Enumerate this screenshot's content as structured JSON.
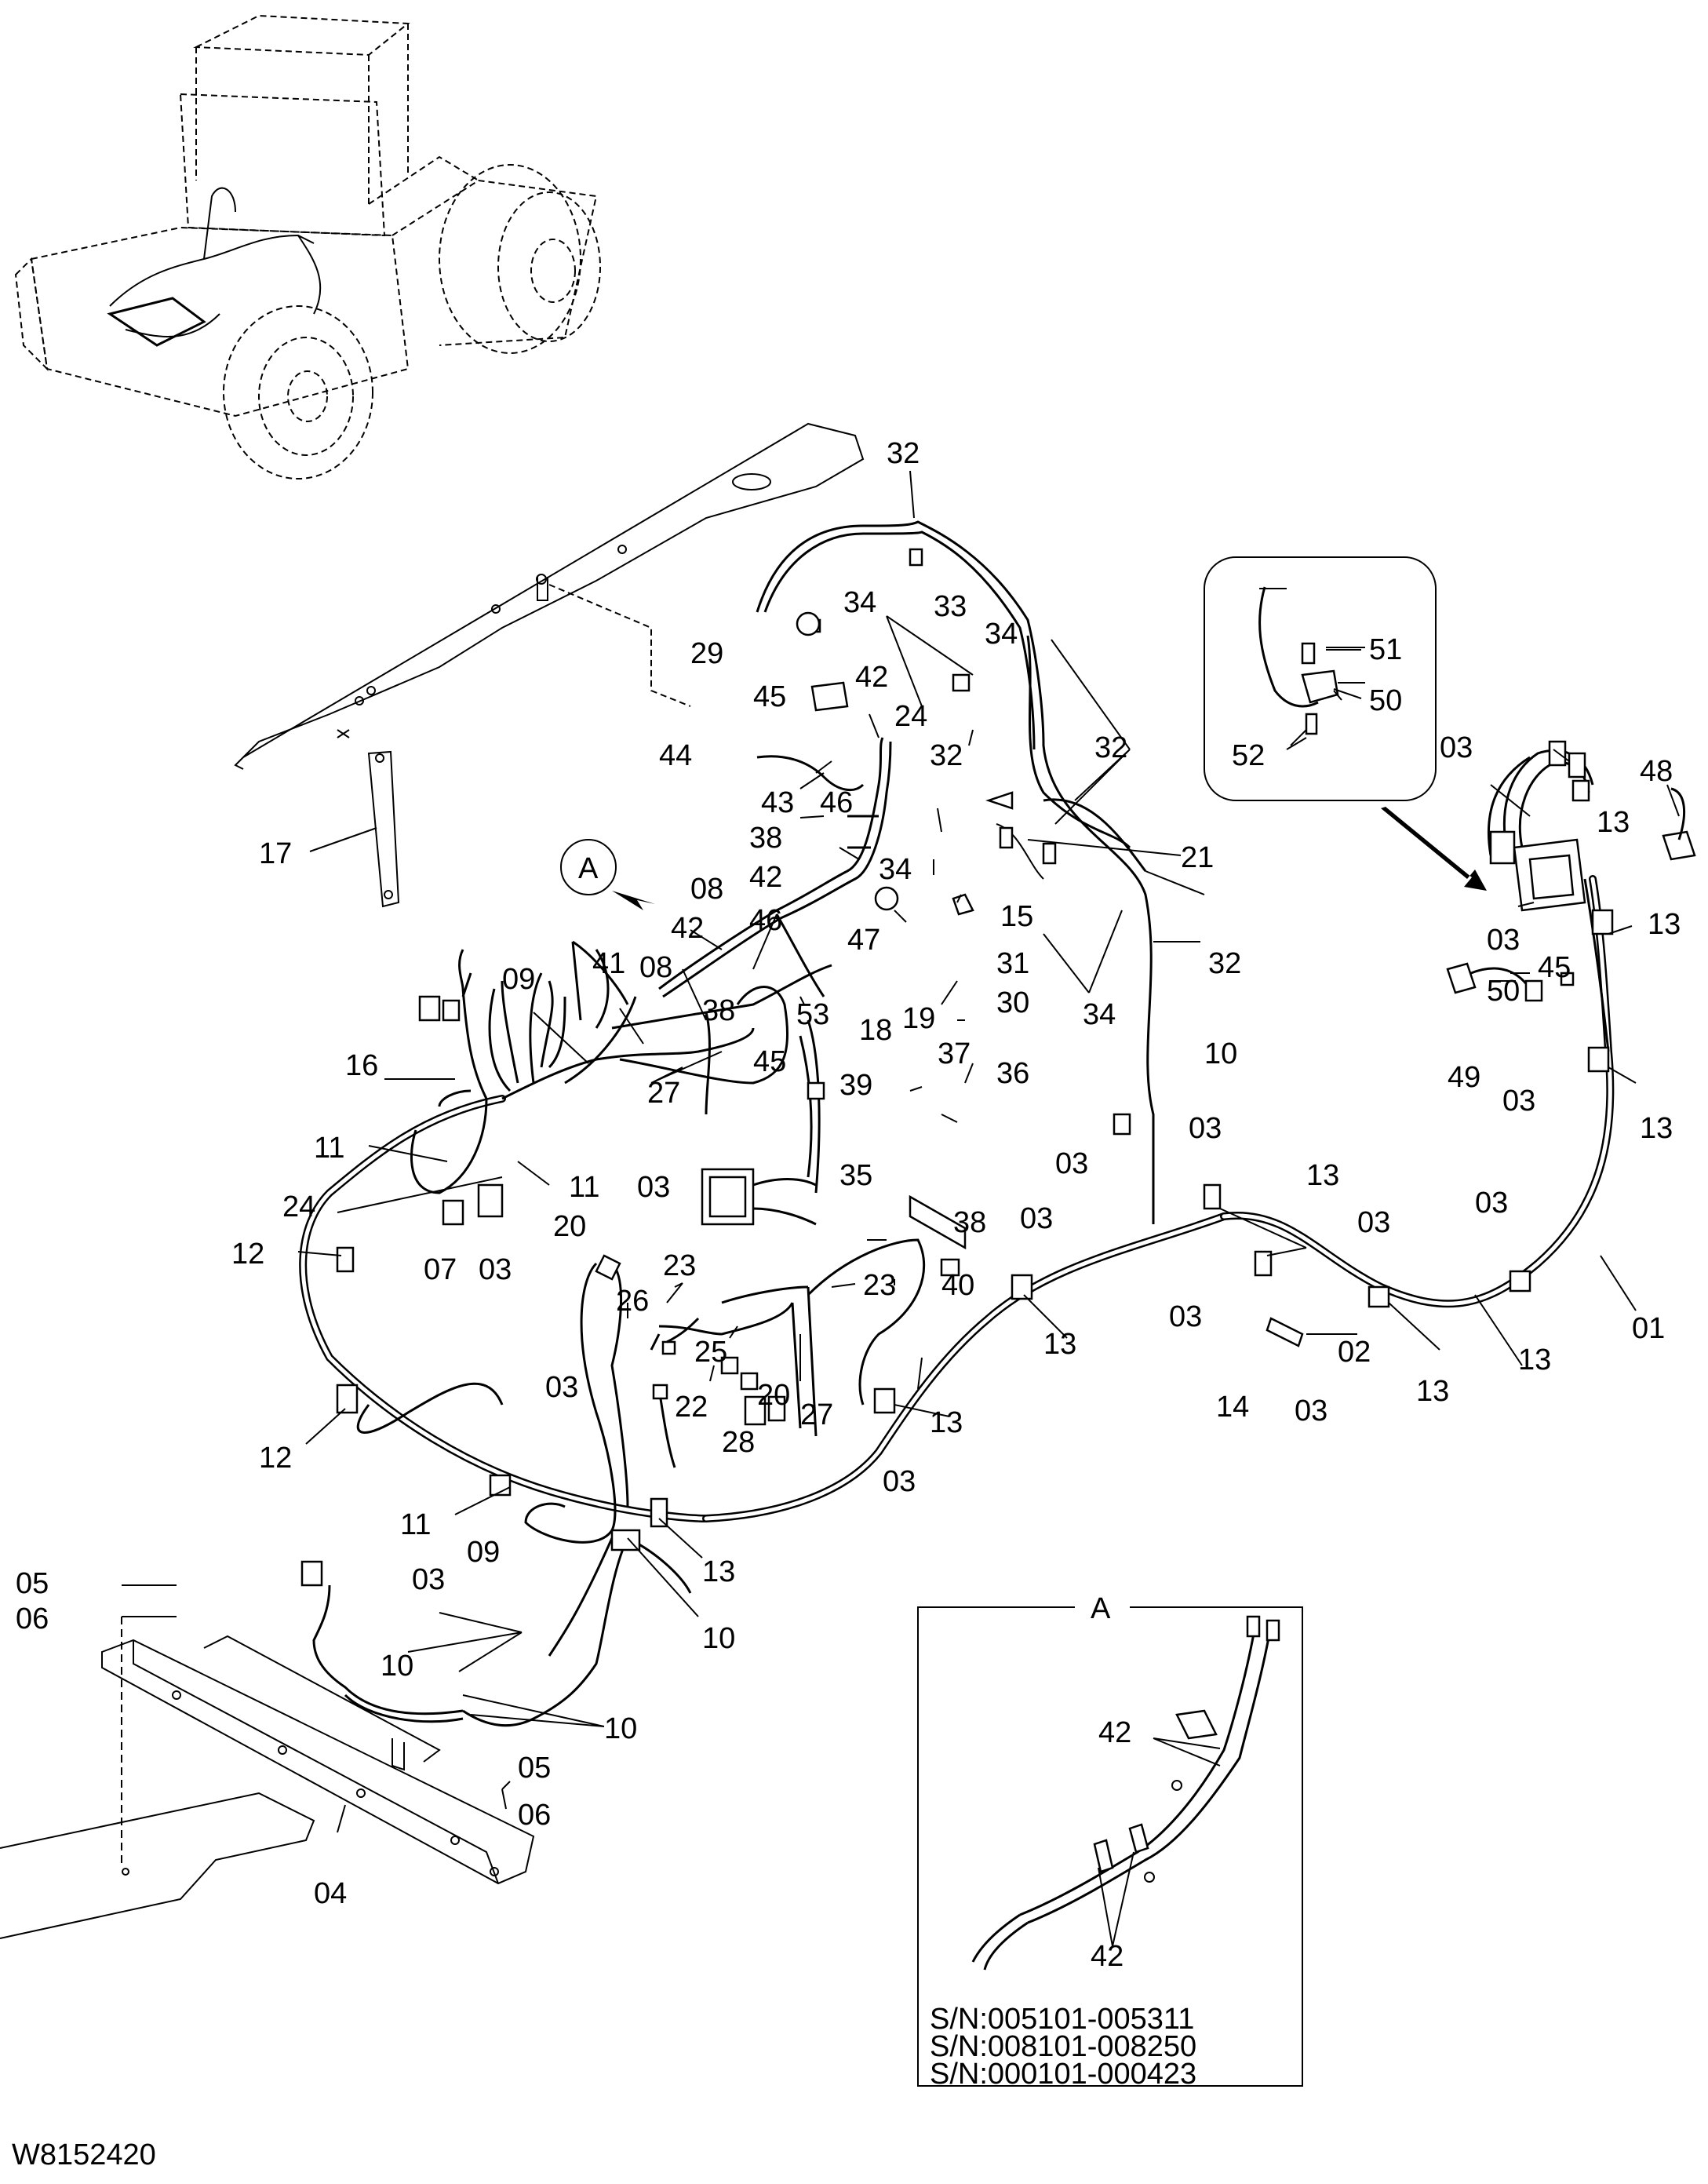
{
  "drawing_code": "W8152420",
  "detail_view": {
    "label": "A",
    "serial_numbers": [
      "S/N:005101-005311",
      "S/N:008101-008250",
      "S/N:000101-000423"
    ]
  },
  "detail_marker": "A",
  "callouts": [
    "01",
    "02",
    "03",
    "04",
    "05",
    "06",
    "07",
    "08",
    "09",
    "10",
    "11",
    "12",
    "13",
    "14",
    "15",
    "16",
    "17",
    "18",
    "19",
    "20",
    "21",
    "22",
    "23",
    "24",
    "25",
    "26",
    "27",
    "28",
    "29",
    "30",
    "31",
    "32",
    "33",
    "34",
    "35",
    "36",
    "37",
    "38",
    "39",
    "40",
    "41",
    "42",
    "43",
    "44",
    "45",
    "46",
    "47",
    "48",
    "49",
    "50",
    "51",
    "52",
    "53"
  ]
}
